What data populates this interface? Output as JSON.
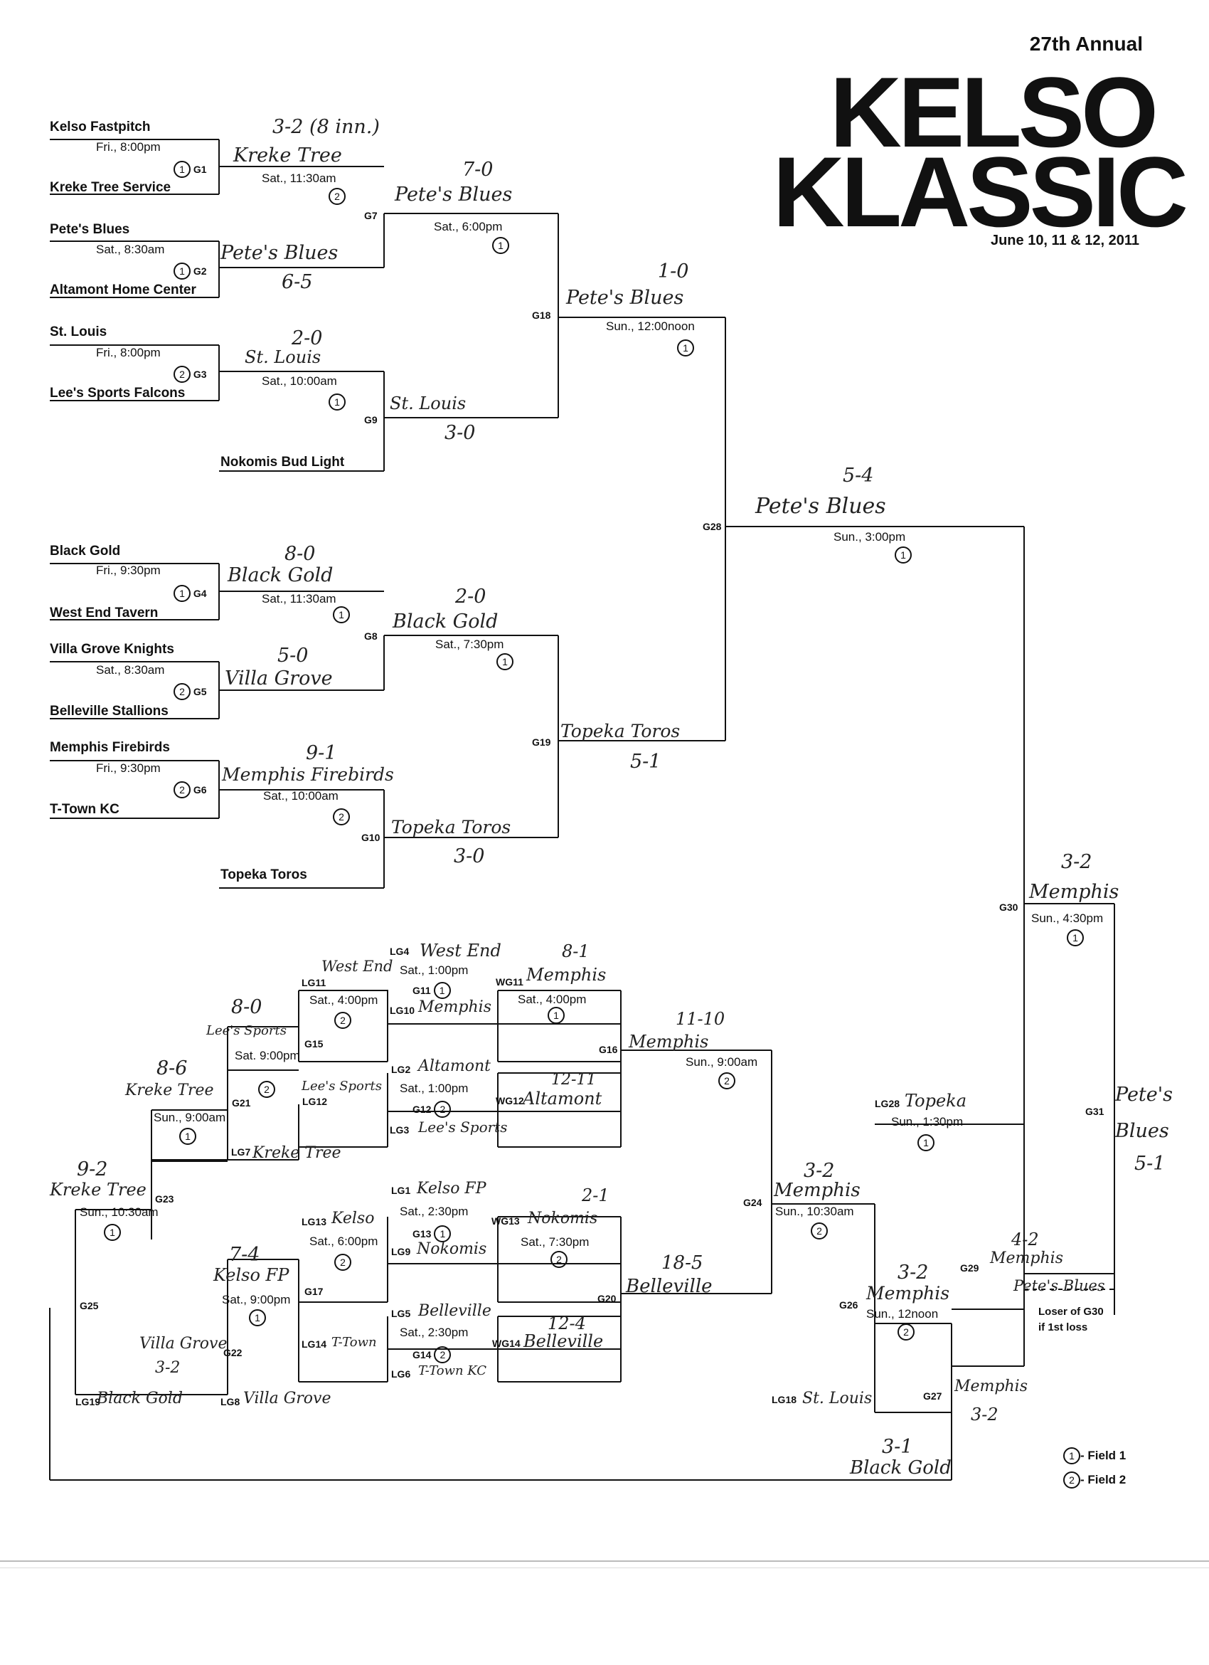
{
  "header": {
    "annual": "27th Annual",
    "title1": "KELSO",
    "title2": "KLASSIC",
    "dates": "June 10, 11 & 12, 2011"
  },
  "legend": {
    "field1": "- Field 1",
    "field2": "- Field 2"
  },
  "field_glyphs": {
    "f1": "1",
    "f2": "2"
  },
  "note": {
    "line1": "Loser of G30",
    "line2": "if 1st loss"
  },
  "teams": {
    "kelso": "Kelso Fastpitch",
    "kreke": "Kreke Tree Service",
    "petes": "Pete's Blues",
    "altamont": "Altamont Home Center",
    "stlouis": "St. Louis",
    "lees": "Lee's Sports Falcons",
    "nokomis": "Nokomis Bud Light",
    "blackgold": "Black Gold",
    "westend": "West End Tavern",
    "villa": "Villa Grove Knights",
    "belleville": "Belleville Stallions",
    "memphis": "Memphis Firebirds",
    "ttown": "T-Town KC",
    "topeka": "Topeka Toros"
  },
  "games": {
    "G1": "G1",
    "G2": "G2",
    "G3": "G3",
    "G4": "G4",
    "G5": "G5",
    "G6": "G6",
    "G7": "G7",
    "G8": "G8",
    "G9": "G9",
    "G10": "G10",
    "G11": "G11",
    "G12": "G12",
    "G13": "G13",
    "G14": "G14",
    "G15": "G15",
    "G16": "G16",
    "G17": "G17",
    "G18": "G18",
    "G19": "G19",
    "G20": "G20",
    "G21": "G21",
    "G22": "G22",
    "G23": "G23",
    "G24": "G24",
    "G25": "G25",
    "G26": "G26",
    "G27": "G27",
    "G28": "G28",
    "G29": "G29",
    "G30": "G30",
    "G31": "G31",
    "WG11": "WG11",
    "WG12": "WG12",
    "WG13": "WG13",
    "WG14": "WG14"
  },
  "slots": {
    "LG1": "LG1",
    "LG2": "LG2",
    "LG3": "LG3",
    "LG4": "LG4",
    "LG5": "LG5",
    "LG6": "LG6",
    "LG7": "LG7",
    "LG8": "LG8",
    "LG9": "LG9",
    "LG10": "LG10",
    "LG11": "LG11",
    "LG12": "LG12",
    "LG13": "LG13",
    "LG14": "LG14",
    "LG18": "LG18",
    "LG19": "LG19",
    "LG28": "LG28"
  },
  "times": {
    "g1": "Fri., 8:00pm",
    "g2": "Sat., 8:30am",
    "g3": "Fri., 8:00pm",
    "g4": "Fri., 9:30pm",
    "g5": "Sat., 8:30am",
    "g6": "Fri., 9:30pm",
    "g7": "Sat., 11:30am",
    "g9": "Sat., 10:00am",
    "g8": "Sat., 11:30am",
    "g10": "Sat., 10:00am",
    "g18": "Sat., 6:00pm",
    "g19": "Sat., 7:30pm",
    "g28": "Sun., 12:00noon",
    "g30": "Sun., 3:00pm",
    "g31": "Sun., 4:30pm",
    "g11": "Sat., 1:00pm",
    "g12": "Sat., 1:00pm",
    "g13": "Sat., 2:30pm",
    "g14": "Sat., 2:30pm",
    "wg11": "Sat., 4:00pm",
    "wg13": "Sat., 7:30pm",
    "g15": "Sat., 4:00pm",
    "g17": "Sat., 6:00pm",
    "g21": "Sat. 9:00pm",
    "g22": "Sat., 9:00pm",
    "g16": "Sun., 9:00am",
    "g23": "Sun., 9:00am",
    "g25": "Sun., 10:30am",
    "g24": "Sun., 10:30am",
    "g26": "Sun., 12noon",
    "g29": "Sun., 1:30pm"
  },
  "handwriting": {
    "g1_score": "3-2 (8 inn.)",
    "g1_winner": "Kreke Tree",
    "g2_winner": "Pete's Blues",
    "g2_score": "6-5",
    "g3_score": "2-0",
    "g3_winner": "St. Louis",
    "g7_score": "7-0",
    "g7_winner": "Pete's Blues",
    "g9_winner": "St. Louis",
    "g9_score": "3-0",
    "g18_score": "1-0",
    "g18_winner": "Pete's Blues",
    "g28_score": "5-4",
    "g28_winner": "Pete's Blues",
    "g4_score": "8-0",
    "g4_winner": "Black Gold",
    "g5_score": "5-0",
    "g5_winner": "Villa Grove",
    "g8_score": "2-0",
    "g8_winner": "Black Gold",
    "g6_score": "9-1",
    "g6_winner": "Memphis Firebirds",
    "g10_winner": "Topeka Toros",
    "g10_score": "3-0",
    "g19_winner": "Topeka Toros",
    "g19_score": "5-1",
    "g30_score": "3-2",
    "g30_winner": "Memphis",
    "g31_w1": "Pete's",
    "g31_w2": "Blues",
    "g31_score": "5-1",
    "lg4": "West End",
    "lg10": "Memphis",
    "wg11_score": "8-1",
    "wg11_winner": "Memphis",
    "lg11": "West End",
    "lg12": "Lee's Sports",
    "lg2": "Altamont",
    "lg3": "Lee's Sports",
    "wg12_score": "12-11",
    "wg12_winner": "Altamont",
    "g15_score": "8-0",
    "g15_winner": "Lee's Sports",
    "g16_score": "11-10",
    "g16_winner": "Memphis",
    "g21_score": "8-6",
    "g21_winner": "Kreke Tree",
    "lg7": "Kreke Tree",
    "g23_score": "9-2",
    "g23_winner": "Kreke Tree",
    "lg1": "Kelso FP",
    "lg9": "Nokomis",
    "wg13_score": "2-1",
    "wg13_winner": "Nokomis",
    "lg13": "Kelso",
    "g17_score": "7-4",
    "g17_winner": "Kelso FP",
    "lg5": "Belleville",
    "lg6": "T-Town KC",
    "lg14": "T-Town",
    "wg14_score": "12-4",
    "wg14_winner": "Belleville",
    "g20_score": "18-5",
    "g20_winner": "Belleville",
    "g22_winner": "Villa Grove",
    "g22_score": "3-2",
    "lg8": "Villa Grove",
    "lg19": "Black Gold",
    "g24_score": "3-2",
    "g24_winner": "Memphis",
    "g26_score": "3-2",
    "g26_winner": "Memphis",
    "lg18": "St. Louis",
    "g27_winner": "Memphis",
    "g27_score": "3-2",
    "g25_score": "3-1",
    "g25_winner": "Black Gold",
    "lg28": "Topeka",
    "g29_score": "4-2",
    "g29_winner": "Memphis",
    "g29_loser": "Pete's Blues"
  }
}
